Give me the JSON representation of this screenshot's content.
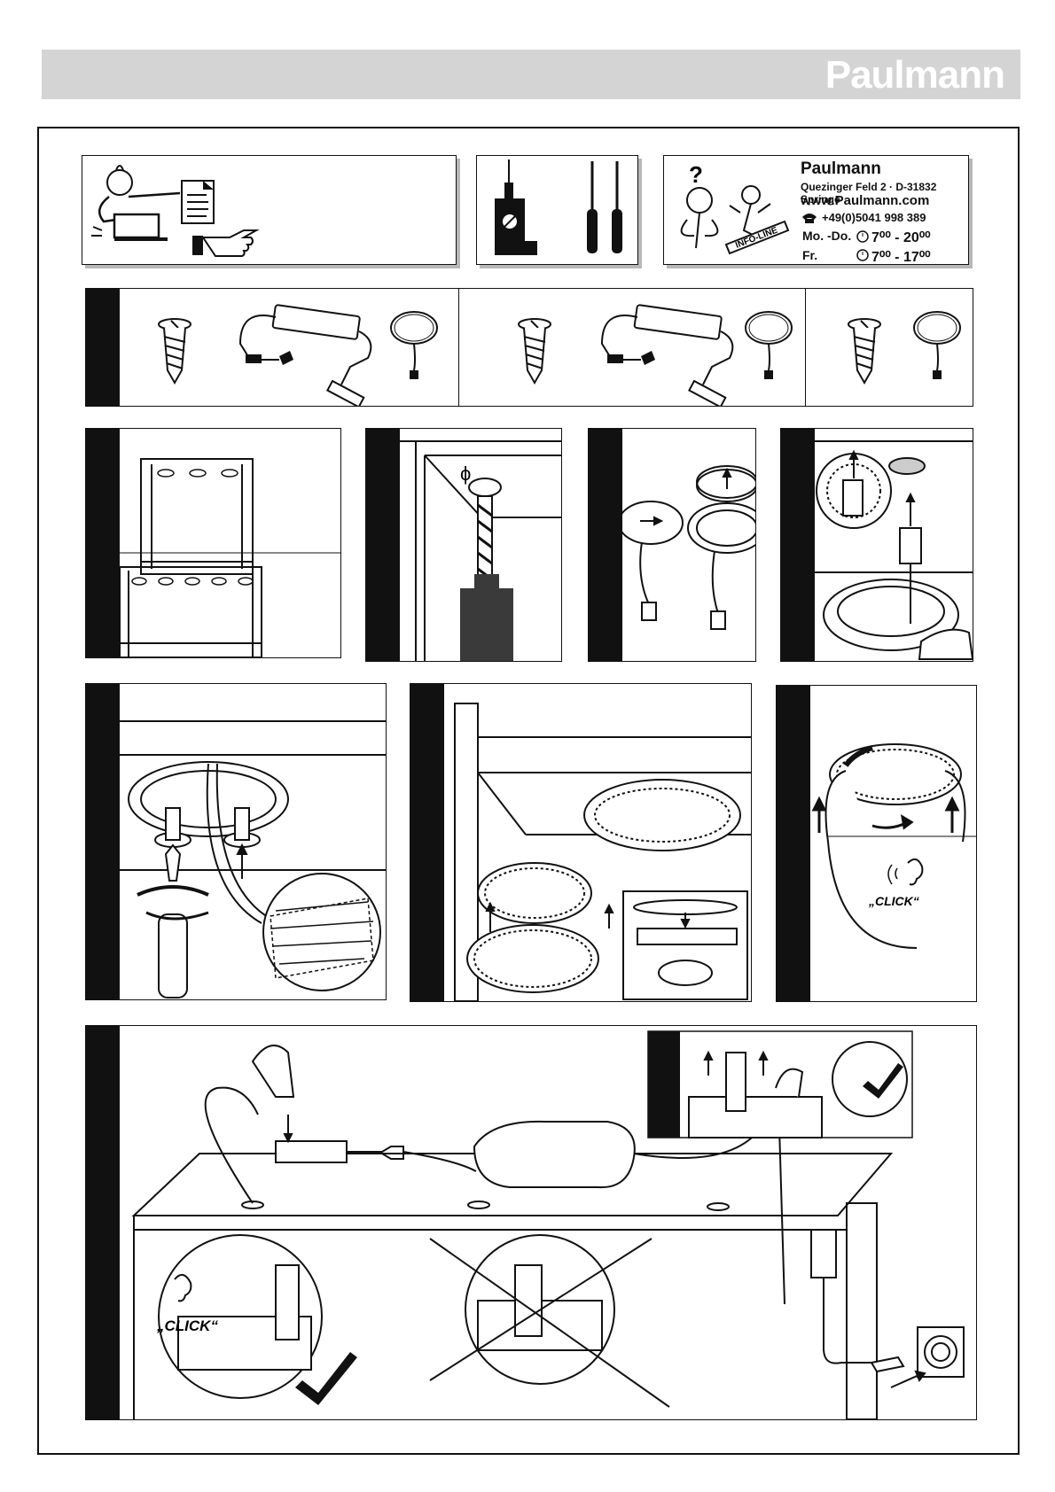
{
  "header": {
    "brand": "Paulmann"
  },
  "info_panel": {
    "brand": "Paulmann",
    "address": "Quezinger Feld 2 · D-31832 Springe",
    "website": "www.Paulmann.com",
    "phone": "+49(0)5041 998 389",
    "days_1": "Mo. -Do.",
    "hours_1": "7⁰⁰ - 20⁰⁰",
    "days_2": "Fr.",
    "hours_2": "7⁰⁰ - 17⁰⁰",
    "info_line": "INFO-LINE"
  },
  "diameter_symbol": "ϕ",
  "click_label_1": "„CLICK“",
  "click_label_2": "„CLICK“",
  "colors": {
    "header_band": "#d4d4d4",
    "step_bar": "#111111",
    "driver_body": "#3a3a3a"
  },
  "icons": [
    "read-manual-icon",
    "pointing-hand-icon",
    "drill-icon",
    "screwdriver-icon",
    "info-line-icon",
    "phone-icon",
    "clock-icon",
    "ear-icon",
    "check-icon"
  ]
}
